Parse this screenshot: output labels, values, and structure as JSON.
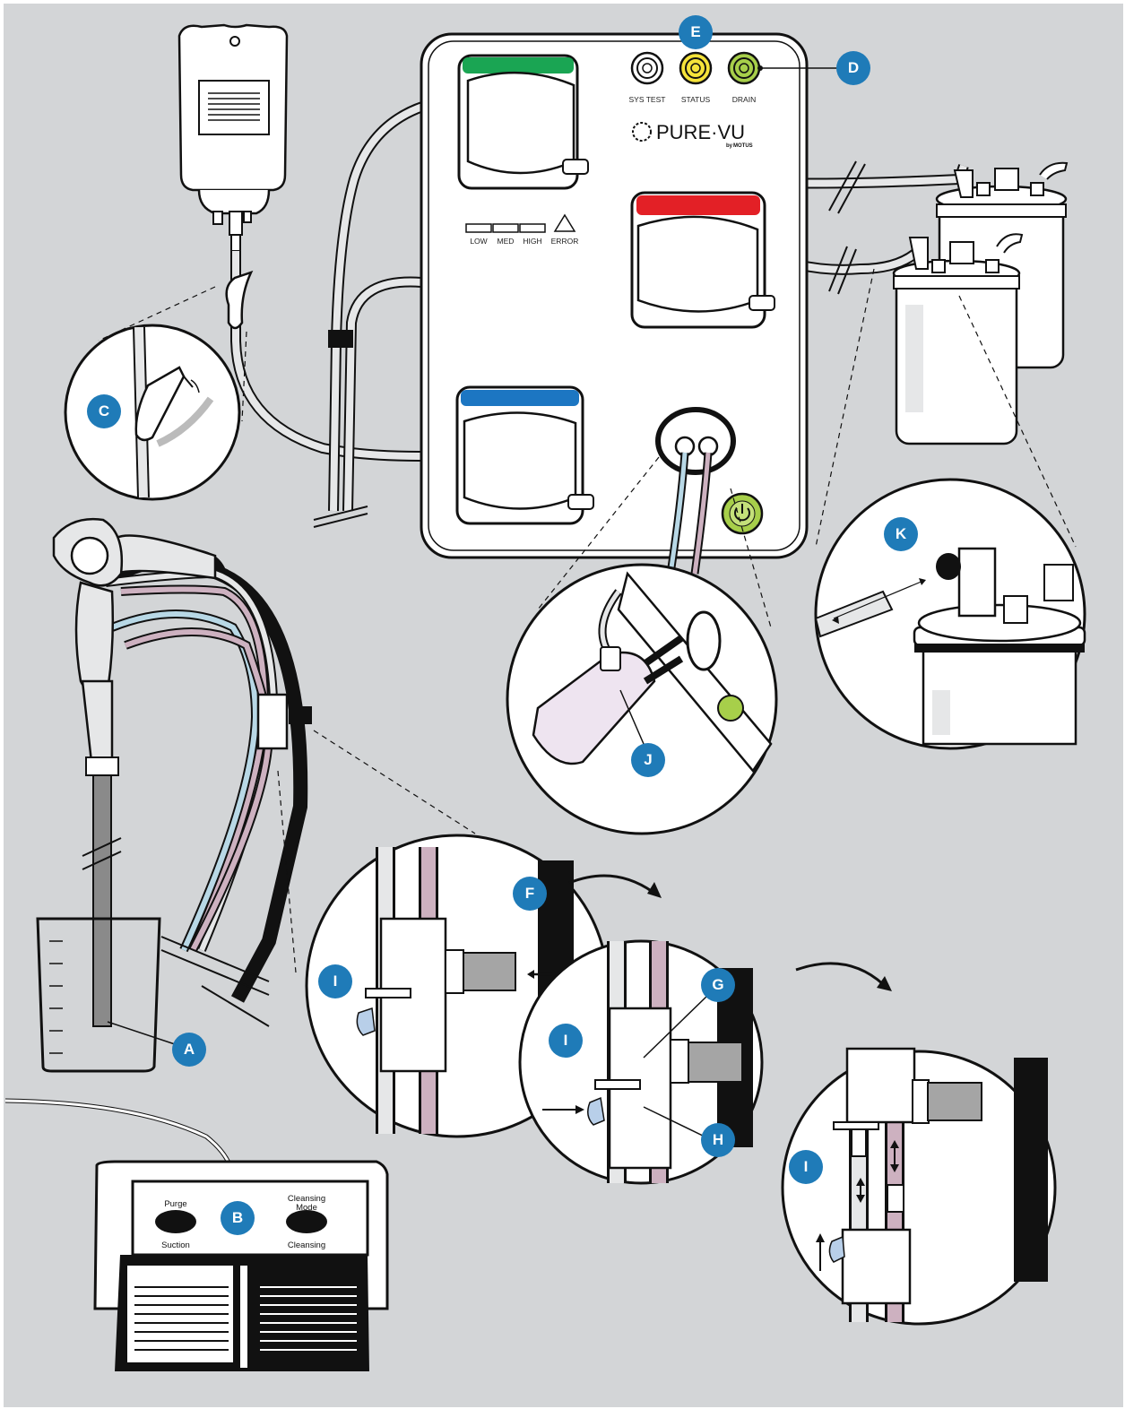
{
  "console": {
    "brand": "PURE·VU",
    "brand_sub": "MOTUS",
    "brand_by": "by",
    "buttons": [
      {
        "label": "SYS TEST",
        "color": "#ffffff"
      },
      {
        "label": "STATUS",
        "color": "#f5e33a"
      },
      {
        "label": "DRAIN",
        "color": "#a7cf4a"
      }
    ],
    "indicators": [
      "LOW",
      "MED",
      "HIGH",
      "ERROR"
    ]
  },
  "footswitch": {
    "labels": {
      "purge": "Purge",
      "suction": "Suction",
      "cleansing_mode_1": "Cleansing",
      "cleansing_mode_2": "Mode",
      "cleansing": "Cleansing"
    }
  },
  "callouts": [
    "A",
    "B",
    "C",
    "D",
    "E",
    "F",
    "G",
    "H",
    "I",
    "I",
    "I",
    "J",
    "K"
  ],
  "colors": {
    "background": "#d3d5d7",
    "badge": "#1f7bb8",
    "pump_green": "#1aa553",
    "pump_red": "#e32026",
    "pump_blue": "#1c76c2",
    "tube_pink": "#cdb1c0",
    "tube_blue": "#b8d8e6"
  }
}
